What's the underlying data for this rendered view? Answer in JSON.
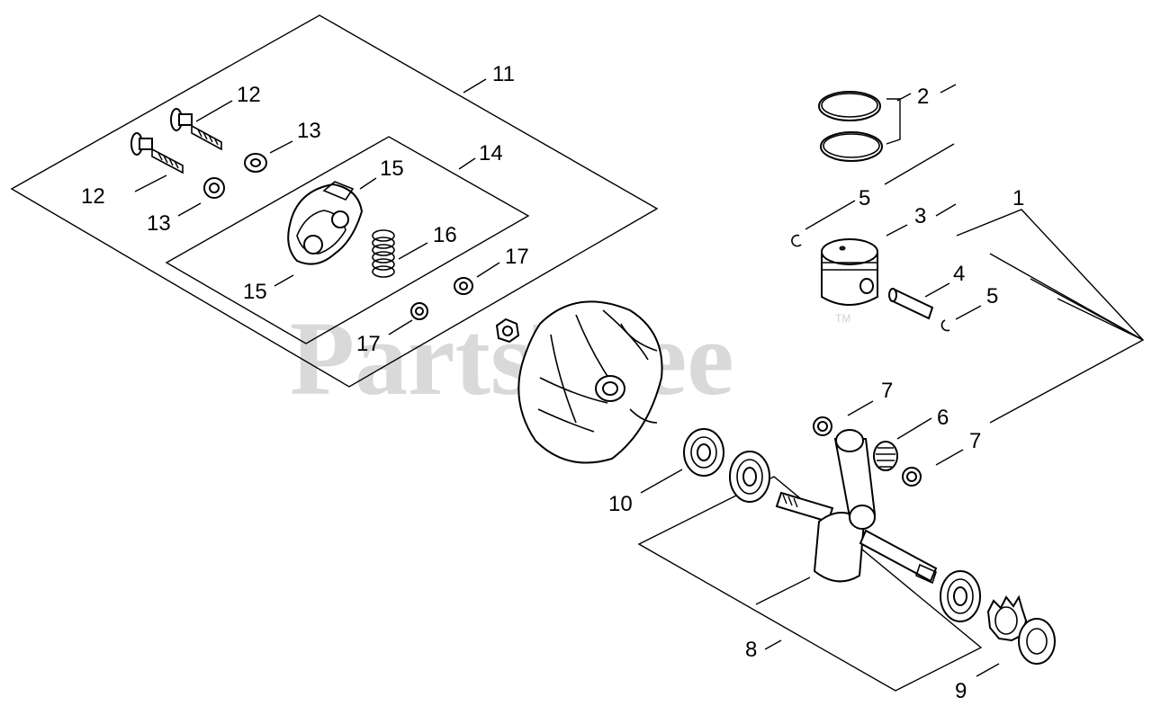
{
  "watermark": {
    "text": "PartsTree",
    "trademark": "TM"
  },
  "callouts": {
    "c1": "1",
    "c2": "2",
    "c3": "3",
    "c4": "4",
    "c5a": "5",
    "c5b": "5",
    "c6": "6",
    "c7a": "7",
    "c7b": "7",
    "c8": "8",
    "c9": "9",
    "c10": "10",
    "c11": "11",
    "c12a": "12",
    "c12b": "12",
    "c13a": "13",
    "c13b": "13",
    "c14": "14",
    "c15a": "15",
    "c15b": "15",
    "c16": "16",
    "c17a": "17",
    "c17b": "17"
  }
}
